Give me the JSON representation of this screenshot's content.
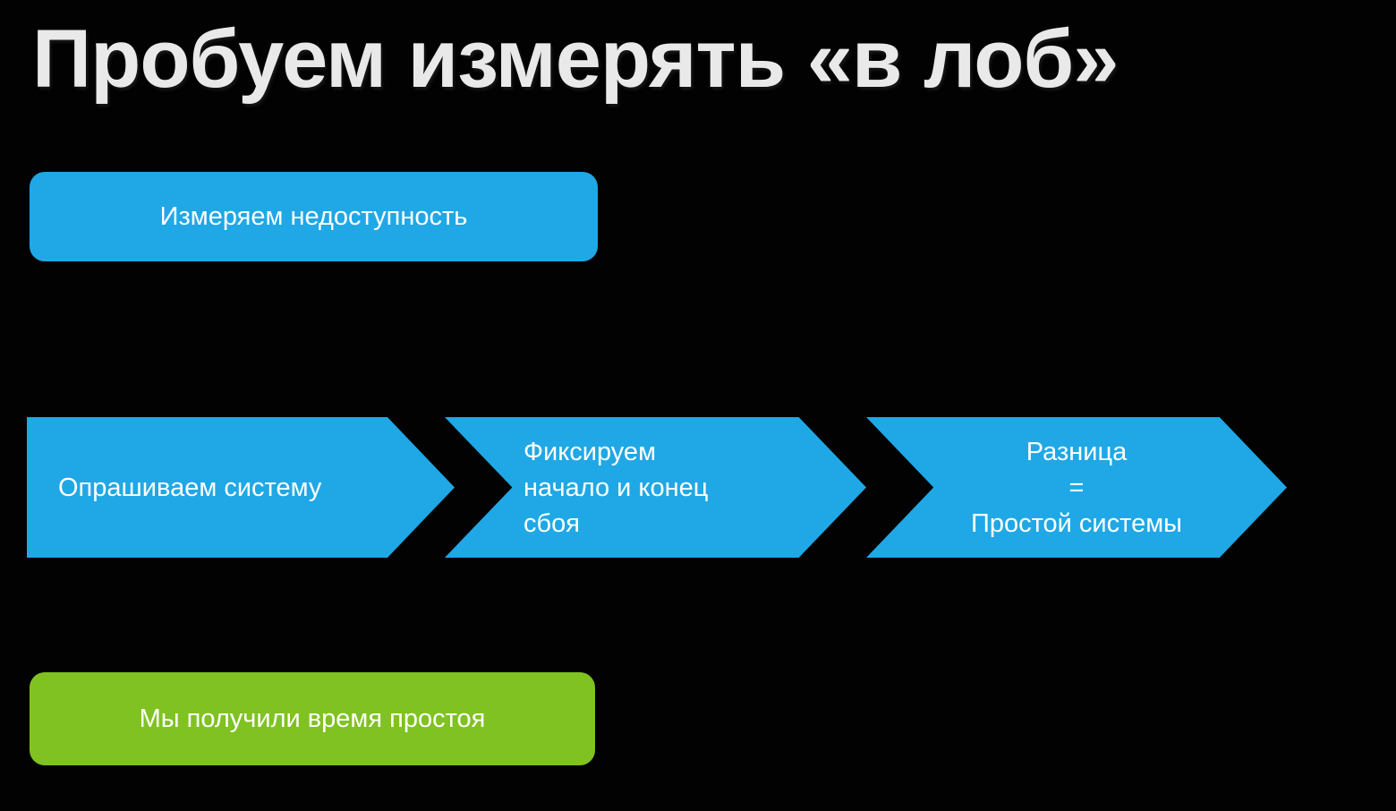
{
  "slide": {
    "title": "Пробуем измерять «в лоб»",
    "top_box": {
      "label": "Измеряем недоступность"
    },
    "process_arrows": [
      {
        "label": "Опрашиваем систему"
      },
      {
        "label": "Фиксируем\nначало и конец\nсбоя"
      },
      {
        "label": "Разница\n=\nПростой системы"
      }
    ],
    "result_box": {
      "label": "Мы получили время простоя"
    },
    "colors": {
      "background": "#020202",
      "step_blue": "#1fa8e5",
      "result_green": "#80c222",
      "shape_text": "#ffffff",
      "title_text": "#e9e9e9"
    }
  }
}
